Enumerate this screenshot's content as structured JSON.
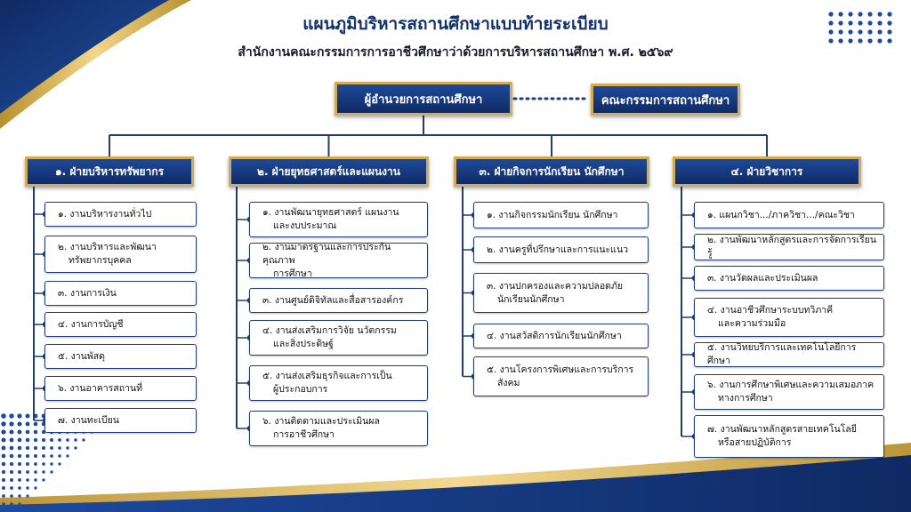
{
  "header": {
    "title": "แผนภูมิบริหารสถานศึกษาแบบท้ายระเบียบ",
    "subtitle": "สำนักงานคณะกรรมการการอาชีวศึกษาว่าด้วยการบริหารสถานศึกษา พ.ศ. ๒๕๖๙"
  },
  "top": {
    "director": "ผู้อำนวยการสถานศึกษา",
    "committee": "คณะกรรมการสถานศึกษา"
  },
  "divisions": [
    {
      "title": "๑. ฝ่ายบริหารทรัพยากร",
      "items": [
        [
          "๑. งานบริหารงานทั่วไป"
        ],
        [
          "๒. งานบริหารและพัฒนา",
          "ทรัพยากรบุคคล"
        ],
        [
          "๓. งานการเงิน"
        ],
        [
          "๔. งานการบัญชี"
        ],
        [
          "๕. งานพัสดุ"
        ],
        [
          "๖. งานอาคารสถานที่"
        ],
        [
          "๗. งานทะเบียน"
        ]
      ]
    },
    {
      "title": "๒. ฝ่ายยุทธศาสตร์และแผนงาน",
      "items": [
        [
          "๑. งานพัฒนายุทธศาสตร์ แผนงาน",
          "และงบประมาณ"
        ],
        [
          "๒. งานมาตรฐานและการประกันคุณภาพ",
          "การศึกษา"
        ],
        [
          "๓. งานศูนย์ดิจิทัลและสื่อสารองค์กร"
        ],
        [
          "๔. งานส่งเสริมการวิจัย นวัตกรรม",
          "และสิ่งประดิษฐ์"
        ],
        [
          "๕. งานส่งเสริมธุรกิจและการเป็น",
          "ผู้ประกอบการ"
        ],
        [
          "๖. งานติดตามและประเมินผล",
          "การอาชีวศึกษา"
        ]
      ]
    },
    {
      "title": "๓. ฝ่ายกิจการนักเรียน นักศึกษา",
      "items": [
        [
          "๑. งานกิจกรรมนักเรียน นักศึกษา"
        ],
        [
          "๒. งานครูที่ปรึกษาและการแนะแนว"
        ],
        [
          "๓. งานปกครองและความปลอดภัย",
          "นักเรียนนักศึกษา"
        ],
        [
          "๔. งานสวัสดิการนักเรียนนักศึกษา"
        ],
        [
          "๕. งานโครงการพิเศษและการบริการ",
          "สังคม"
        ]
      ]
    },
    {
      "title": "๔. ฝ่ายวิชาการ",
      "items": [
        [
          "๑. แผนกวิชา.../ภาควิชา.../คณะวิชา"
        ],
        [
          "๒. งานพัฒนาหลักสูตรและการจัดการเรียนรู้"
        ],
        [
          "๓. งานวัดผลและประเมินผล"
        ],
        [
          "๔. งานอาชีวศึกษาระบบทวิภาคี",
          "และความร่วมมือ"
        ],
        [
          "๕. งานวิทยบริการและเทคโนโลยีการศึกษา"
        ],
        [
          "๖. งานการศึกษาพิเศษและความเสมอภาค",
          "ทางการศึกษา"
        ],
        [
          "๗. งานพัฒนาหลักสูตรสายเทคโนโลยี",
          "หรือสายปฏิบัติการ"
        ]
      ]
    }
  ],
  "colors": {
    "navy": "#13306e",
    "gold": "#d3ad55",
    "line": "#1e3d7a"
  }
}
